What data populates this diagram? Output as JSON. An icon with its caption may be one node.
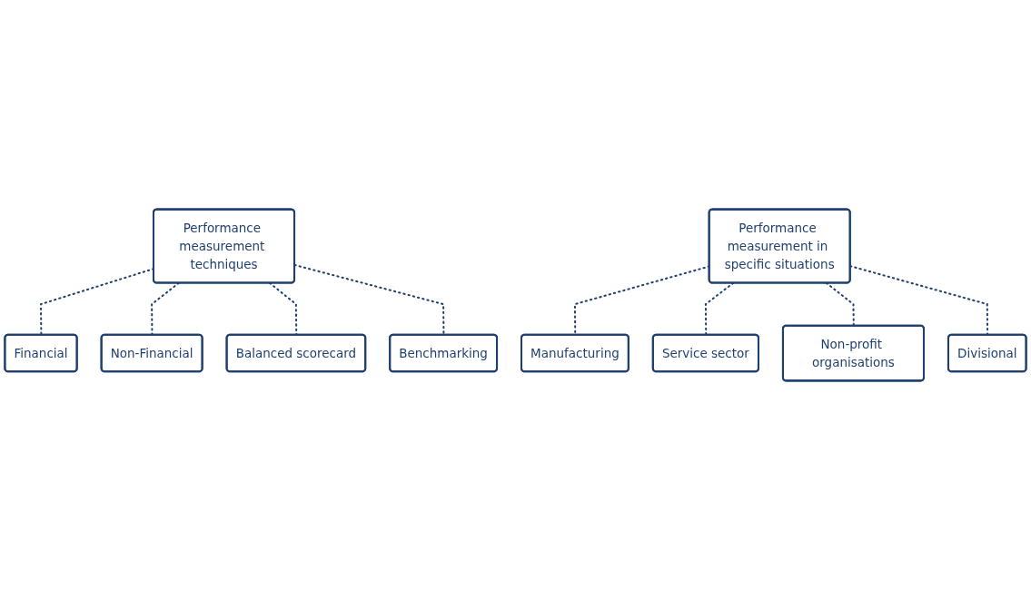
{
  "diagram": {
    "nodes": [
      {
        "text": [
          "Performance measurement techniques"
        ]
      },
      {
        "text": [
          "Financial"
        ]
      },
      {
        "text": [
          "Non-Financial"
        ]
      },
      {
        "text": [
          "Balanced scorecard"
        ]
      },
      {
        "text": [
          "Benchmarking"
        ]
      },
      {
        "text": [
          "Performance measurement in specific situations"
        ]
      },
      {
        "text": [
          "Manufacturing"
        ]
      },
      {
        "text": [
          "Service sector"
        ]
      },
      {
        "text": [
          "Non-profit organisations"
        ]
      },
      {
        "text": [
          "Divisional"
        ]
      }
    ],
    "edges": [
      {
        "from": 0,
        "to": 1,
        "arrow": "none",
        "style": "dashed"
      },
      {
        "from": 0,
        "to": 2,
        "arrow": "none",
        "style": "dashed"
      },
      {
        "from": 0,
        "to": 3,
        "arrow": "none",
        "style": "dashed"
      },
      {
        "from": 0,
        "to": 4,
        "arrow": "none",
        "style": "dashed"
      },
      {
        "from": 5,
        "to": 6,
        "arrow": "none",
        "style": "dashed"
      },
      {
        "from": 5,
        "to": 7,
        "arrow": "none",
        "style": "dashed"
      },
      {
        "from": 5,
        "to": 8,
        "arrow": "none",
        "style": "dashed"
      },
      {
        "from": 5,
        "to": 9,
        "arrow": "none",
        "style": "dashed"
      }
    ]
  }
}
